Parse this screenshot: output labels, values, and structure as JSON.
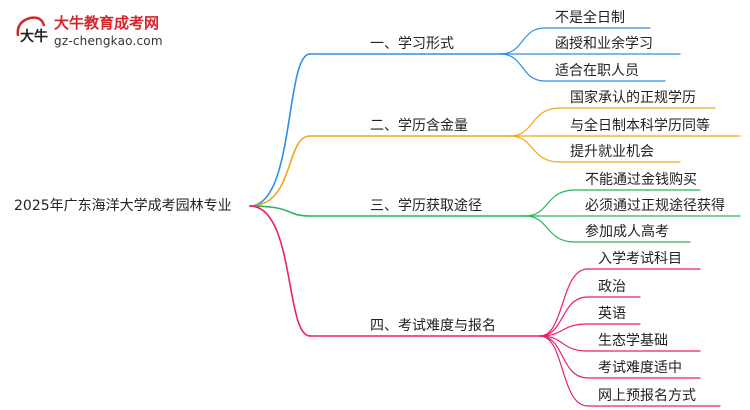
{
  "logo": {
    "name": "大牛教育成考网",
    "url": "gz-chengkao.com",
    "mark_text": "大牛"
  },
  "root": {
    "label": "2025年广东海洋大学成考园林专业"
  },
  "colors": {
    "branch1": "#2f8fe6",
    "branch2": "#f0a818",
    "branch3": "#29b561",
    "branch4": "#ea1f74",
    "root_line": "#ea1f74",
    "brand_red": "#d6262b"
  },
  "branches": [
    {
      "label": "一、学习形式",
      "leaves": [
        "不是全日制",
        "函授和业余学习",
        "适合在职人员"
      ]
    },
    {
      "label": "二、学历含金量",
      "leaves": [
        "国家承认的正规学历",
        "与全日制本科学历同等",
        "提升就业机会"
      ]
    },
    {
      "label": "三、学历获取途径",
      "leaves": [
        "不能通过金钱购买",
        "必须通过正规途径获得",
        "参加成人高考"
      ]
    },
    {
      "label": "四、考试难度与报名",
      "leaves": [
        "入学考试科目",
        "政治",
        "英语",
        "生态学基础",
        "考试难度适中",
        "网上预报名方式"
      ]
    }
  ]
}
